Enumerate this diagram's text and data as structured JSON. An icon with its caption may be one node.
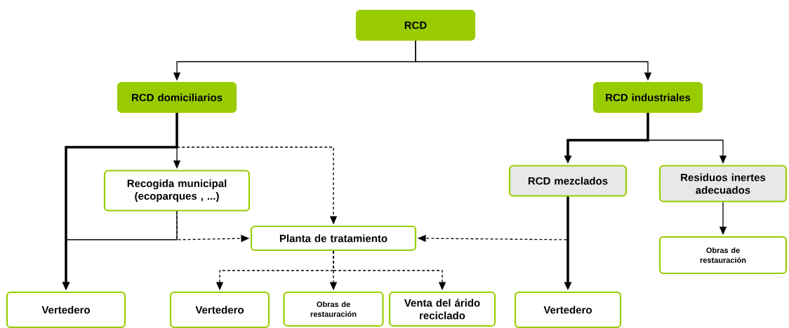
{
  "diagram": {
    "nodes": [
      {
        "text": [
          "RCD"
        ]
      },
      {
        "text": [
          "RCD domiciliarios"
        ]
      },
      {
        "text": [
          "RCD industriales"
        ]
      },
      {
        "text": [
          "Recogida municipal (ecoparques , ...)"
        ]
      },
      {
        "text": [
          "Planta de tratamiento"
        ]
      },
      {
        "text": [
          "RCD mezclados"
        ]
      },
      {
        "text": [
          "Residuos inertes adecuados"
        ]
      },
      {
        "text": [
          "Obras de restauración"
        ]
      },
      {
        "text": [
          "Vertedero"
        ]
      },
      {
        "text": [
          "Vertedero"
        ]
      },
      {
        "text": [
          "Obras de restauración"
        ]
      },
      {
        "text": [
          "Venta del árido reciclado"
        ]
      },
      {
        "text": [
          "Vertedero"
        ]
      }
    ],
    "edges": [
      {
        "from": 0,
        "to": 1,
        "arrow": "to"
      },
      {
        "from": 0,
        "to": 2,
        "arrow": "to"
      },
      {
        "from": 1,
        "to": 8,
        "arrow": "to",
        "style": "thick"
      },
      {
        "from": 1,
        "to": 3,
        "arrow": "to"
      },
      {
        "from": 1,
        "to": 4,
        "arrow": "to",
        "style": "dashed"
      },
      {
        "from": 3,
        "to": 8,
        "arrow": "to"
      },
      {
        "from": 3,
        "to": 4,
        "arrow": "to",
        "style": "dashed"
      },
      {
        "from": 2,
        "to": 5,
        "arrow": "to",
        "style": "thick"
      },
      {
        "from": 2,
        "to": 6,
        "arrow": "to"
      },
      {
        "from": 5,
        "to": 12,
        "arrow": "to",
        "style": "thick"
      },
      {
        "from": 5,
        "to": 4,
        "arrow": "to",
        "style": "dashed"
      },
      {
        "from": 6,
        "to": 7,
        "arrow": "to"
      },
      {
        "from": 4,
        "to": 9,
        "arrow": "to",
        "style": "dashed"
      },
      {
        "from": 4,
        "to": 10,
        "arrow": "to",
        "style": "dashed"
      },
      {
        "from": 4,
        "to": 11,
        "arrow": "to",
        "style": "dashed"
      }
    ]
  }
}
